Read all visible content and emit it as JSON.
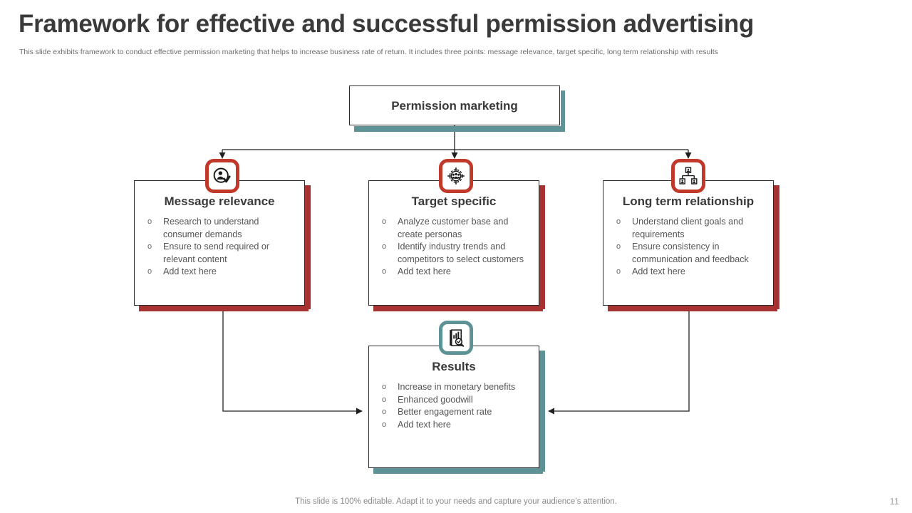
{
  "slide": {
    "title": "Framework for effective and successful permission advertising",
    "subtitle": "This slide exhibits framework to conduct effective  permission marketing that helps to increase business rate of return. It includes three points: message relevance, target specific, long term relationship with results",
    "footer_note": "This slide is 100% editable. Adapt it to your needs and capture your audience’s attention.",
    "page_number": "11"
  },
  "colors": {
    "red": "#c0392b",
    "red_shadow": "#a63232",
    "teal": "#5d9296",
    "text_dark": "#3a3a3a",
    "text_body": "#555555",
    "outline": "#2b2b2b"
  },
  "root": {
    "label": "Permission marketing",
    "accent": "teal"
  },
  "cards": [
    {
      "id": "message-relevance",
      "title": "Message relevance",
      "accent": "red",
      "icon": "user-check-icon",
      "bullets": [
        "Research to understand consumer demands",
        "Ensure to  send required or relevant content",
        "Add text here"
      ]
    },
    {
      "id": "target-specific",
      "title": "Target specific",
      "accent": "red",
      "icon": "target-audience-icon",
      "bullets": [
        "Analyze customer base and create personas",
        "Identify  industry trends and competitors to select customers",
        "Add text here"
      ]
    },
    {
      "id": "long-term-relationship",
      "title": "Long term relationship",
      "accent": "red",
      "icon": "org-hierarchy-icon",
      "bullets": [
        "Understand  client goals and requirements",
        "Ensure consistency in communication and feedback",
        "Add text here"
      ]
    },
    {
      "id": "results",
      "title": "Results",
      "accent": "teal",
      "icon": "report-analysis-icon",
      "bullets": [
        "Increase in monetary benefits",
        "Enhanced goodwill",
        "Better engagement rate",
        "Add text here"
      ]
    }
  ],
  "bullet_marker": "o"
}
